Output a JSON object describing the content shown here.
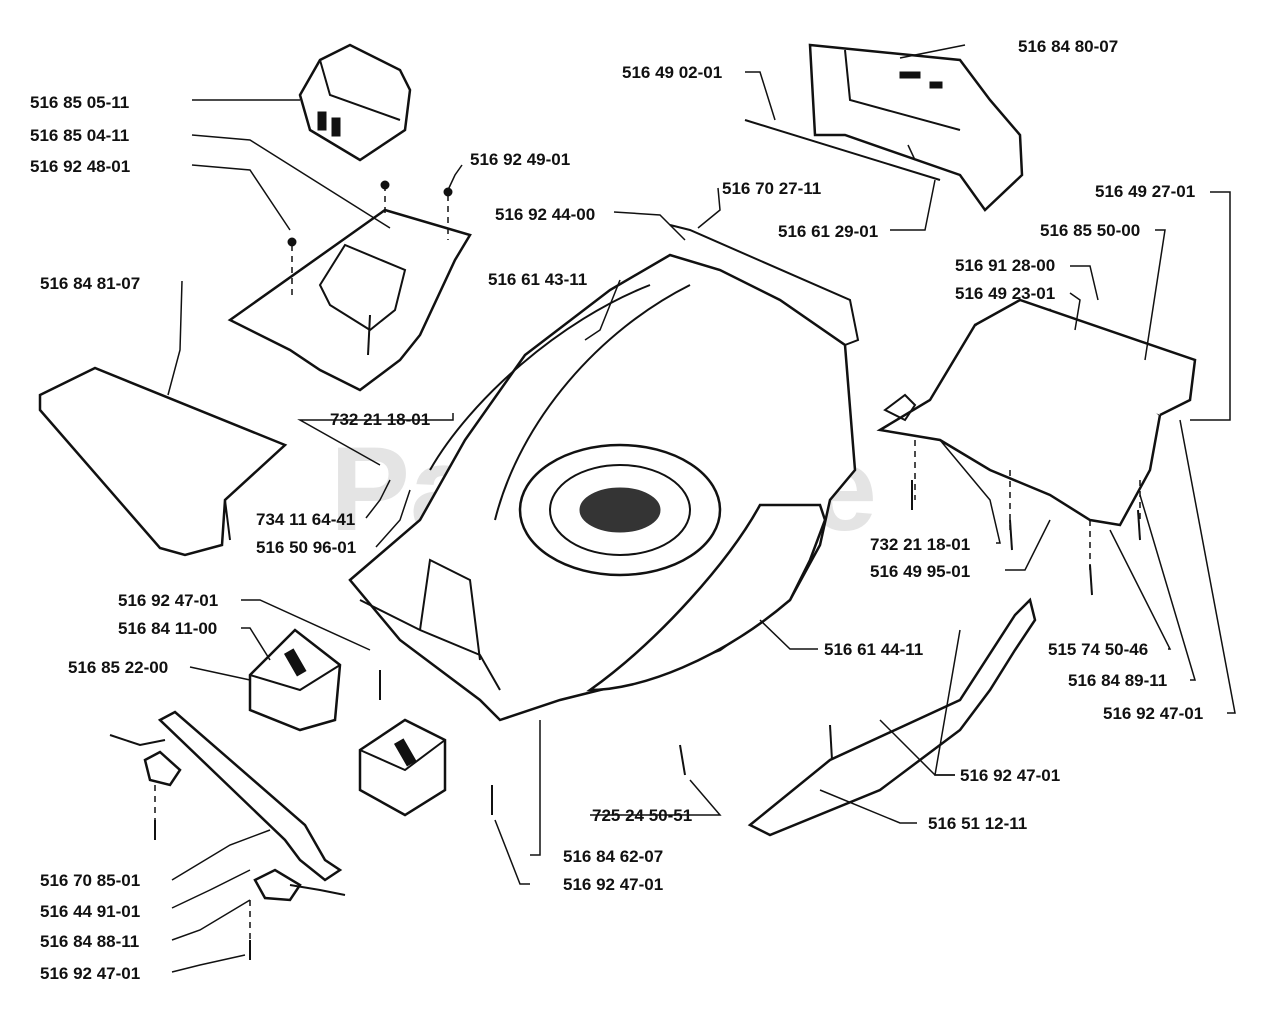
{
  "watermark": "PartsTree",
  "callouts": [
    {
      "id": "c1",
      "label": "516 85 05-11"
    },
    {
      "id": "c2",
      "label": "516 85 04-11"
    },
    {
      "id": "c3",
      "label": "516 92 48-01"
    },
    {
      "id": "c4",
      "label": "516 92 49-01"
    },
    {
      "id": "c5",
      "label": "516 84 81-07"
    },
    {
      "id": "c6",
      "label": "516 49 02-01"
    },
    {
      "id": "c7",
      "label": "516 84 80-07"
    },
    {
      "id": "c8",
      "label": "516 70 27-11"
    },
    {
      "id": "c9",
      "label": "516 92 44-00"
    },
    {
      "id": "c10",
      "label": "516 61 29-01"
    },
    {
      "id": "c11",
      "label": "516 49 27-01"
    },
    {
      "id": "c12",
      "label": "516 85 50-00"
    },
    {
      "id": "c13",
      "label": "516 61 43-11"
    },
    {
      "id": "c14",
      "label": "516 91 28-00"
    },
    {
      "id": "c15",
      "label": "516 49 23-01"
    },
    {
      "id": "c16",
      "label": "732 21 18-01"
    },
    {
      "id": "c17",
      "label": "734 11 64-41"
    },
    {
      "id": "c18",
      "label": "516 50 96-01"
    },
    {
      "id": "c19",
      "label": "732 21 18-01"
    },
    {
      "id": "c20",
      "label": "516 49 95-01"
    },
    {
      "id": "c21",
      "label": "516 92 47-01"
    },
    {
      "id": "c22",
      "label": "516 84 11-00"
    },
    {
      "id": "c23",
      "label": "516 85 22-00"
    },
    {
      "id": "c24",
      "label": "516 61 44-11"
    },
    {
      "id": "c25",
      "label": "515 74 50-46"
    },
    {
      "id": "c26",
      "label": "516 84 89-11"
    },
    {
      "id": "c27",
      "label": "516 92 47-01"
    },
    {
      "id": "c28",
      "label": "516 92 47-01"
    },
    {
      "id": "c29",
      "label": "725 24 50-51"
    },
    {
      "id": "c30",
      "label": "516 51 12-11"
    },
    {
      "id": "c31",
      "label": "516 84 62-07"
    },
    {
      "id": "c32",
      "label": "516 92 47-01"
    },
    {
      "id": "c33",
      "label": "516 70 85-01"
    },
    {
      "id": "c34",
      "label": "516 44 91-01"
    },
    {
      "id": "c35",
      "label": "516 84 88-11"
    },
    {
      "id": "c36",
      "label": "516 92 47-01"
    }
  ]
}
